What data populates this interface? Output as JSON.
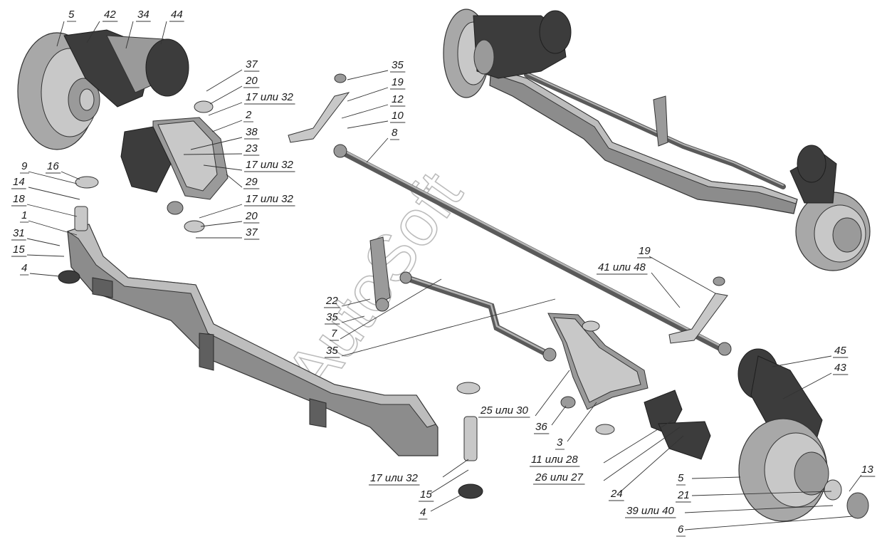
{
  "watermark": "AutoSoft",
  "labels": [
    {
      "text": "5"
    },
    {
      "text": "42"
    },
    {
      "text": "34"
    },
    {
      "text": "44"
    },
    {
      "text": "37"
    },
    {
      "text": "20"
    },
    {
      "text": "17 или 32"
    },
    {
      "text": "2"
    },
    {
      "text": "38"
    },
    {
      "text": "23"
    },
    {
      "text": "17 или 32"
    },
    {
      "text": "29"
    },
    {
      "text": "17 или 32"
    },
    {
      "text": "20"
    },
    {
      "text": "37"
    },
    {
      "text": "9"
    },
    {
      "text": "16"
    },
    {
      "text": "14"
    },
    {
      "text": "18"
    },
    {
      "text": "1"
    },
    {
      "text": "31"
    },
    {
      "text": "15"
    },
    {
      "text": "4"
    },
    {
      "text": "35"
    },
    {
      "text": "19"
    },
    {
      "text": "12"
    },
    {
      "text": "10"
    },
    {
      "text": "8"
    },
    {
      "text": "19"
    },
    {
      "text": "41 или 48"
    },
    {
      "text": "22"
    },
    {
      "text": "35"
    },
    {
      "text": "7"
    },
    {
      "text": "35"
    },
    {
      "text": "45"
    },
    {
      "text": "43"
    },
    {
      "text": "25 или 30"
    },
    {
      "text": "36"
    },
    {
      "text": "3"
    },
    {
      "text": "11 или 28"
    },
    {
      "text": "26 или 27"
    },
    {
      "text": "24"
    },
    {
      "text": "17 или 32"
    },
    {
      "text": "15"
    },
    {
      "text": "4"
    },
    {
      "text": "13"
    },
    {
      "text": "5"
    },
    {
      "text": "21"
    },
    {
      "text": "39 или 40"
    },
    {
      "text": "6"
    }
  ]
}
